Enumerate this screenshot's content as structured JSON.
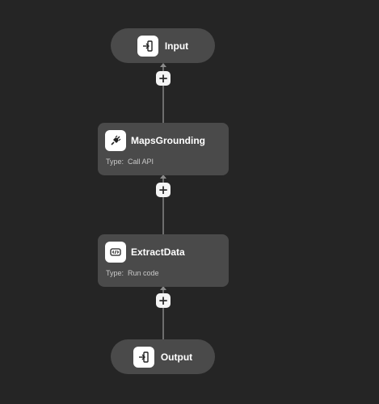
{
  "nodes": {
    "input": {
      "label": "Input",
      "icon": "sign-in-icon"
    },
    "maps_grounding": {
      "label": "MapsGrounding",
      "type_label": "Type:",
      "type_value": "Call API",
      "icon": "plug-icon"
    },
    "extract_data": {
      "label": "ExtractData",
      "type_label": "Type:",
      "type_value": "Run code",
      "icon": "code-icon"
    },
    "output": {
      "label": "Output",
      "icon": "sign-in-icon"
    }
  },
  "add_buttons": [
    "+",
    "+",
    "+"
  ],
  "colors": {
    "background": "#252525",
    "node": "#4a4a4a",
    "connector": "#6e6e6e",
    "icon_bg": "#ffffff"
  }
}
